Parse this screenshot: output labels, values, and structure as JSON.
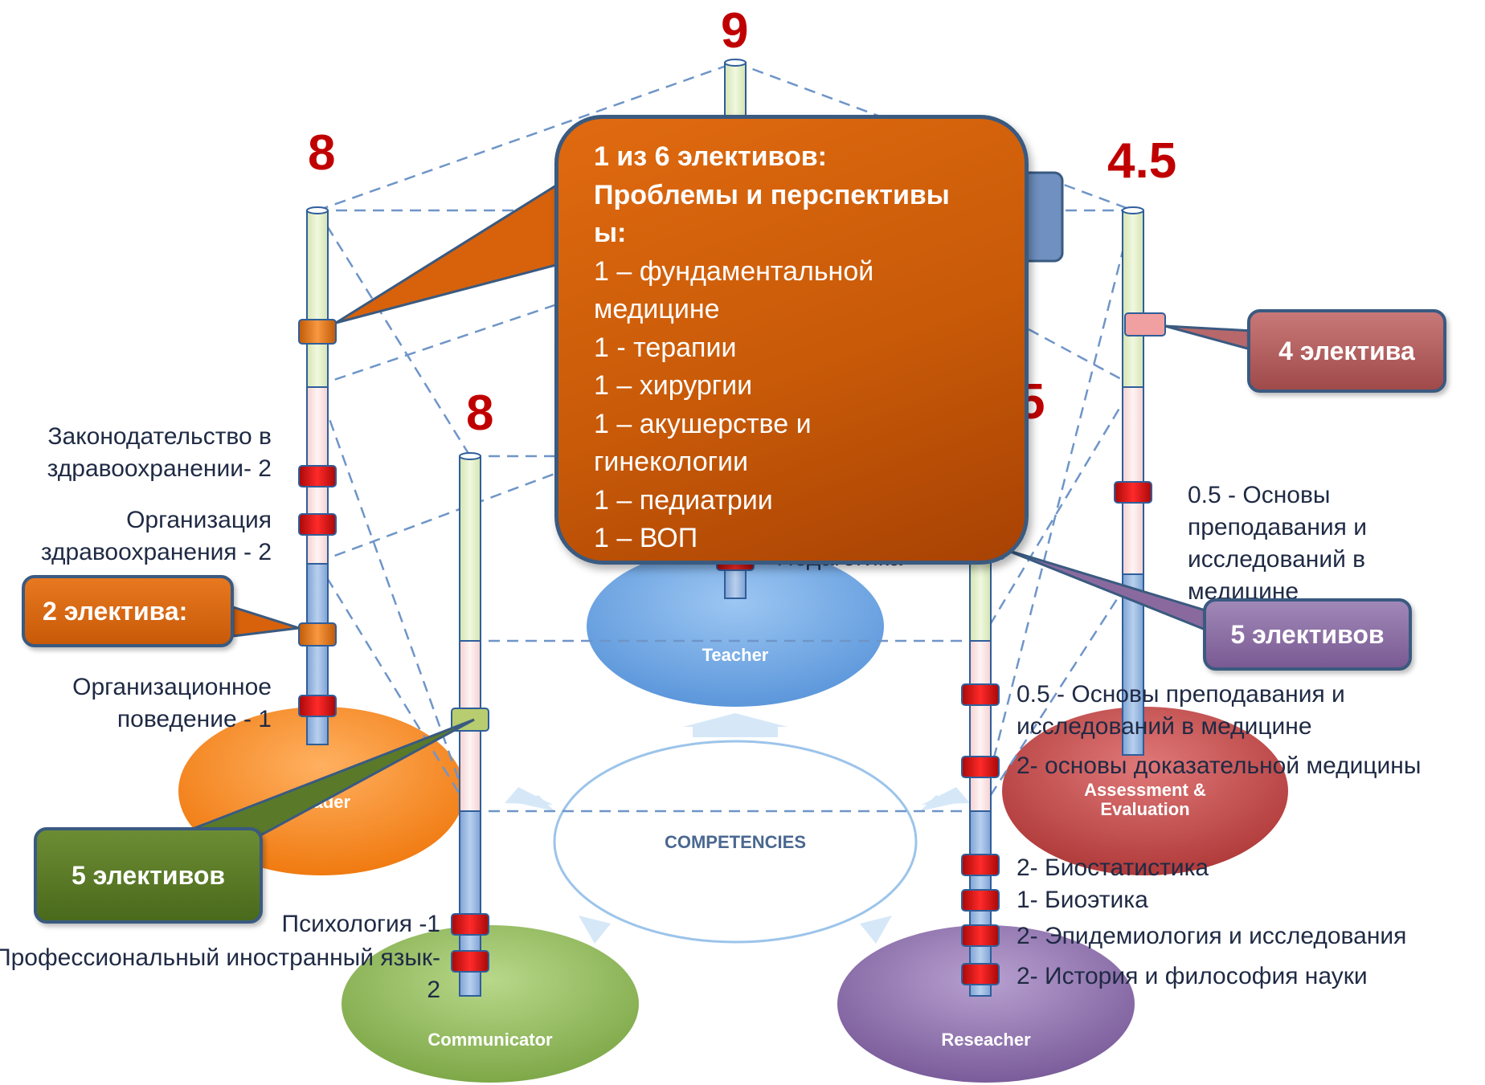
{
  "pillar_numbers": {
    "top": "9",
    "left_back": "8",
    "right_back": "4.5",
    "front_left": "8",
    "front_right_partial": "5"
  },
  "competencies": {
    "center": "COMPETENCIES",
    "teacher": "Teacher",
    "leader": "Leader",
    "assessment": "Assessment & Evaluation",
    "communicator": "Communicator",
    "researcher": "Reseacher"
  },
  "left_labels": {
    "legislation": "Законодательство в здравоохранении- 2",
    "organization": "Организация здравоохранения - 2",
    "behavior": "Организационное поведение - 1"
  },
  "communicator_labels": {
    "psychology": "Психология -1",
    "language": "Профессиональный иностранный язык- 2"
  },
  "right_back_label": "0.5 - Основы преподавания и исследований в медицине",
  "teacher_partial_label": "- Педагогика",
  "researcher_labels": {
    "teaching": "0.5 - Основы преподавания и исследований в медицине",
    "evidence": "2- основы доказательной медицины",
    "biostat": "2- Биостатистика",
    "bioethics": "1- Биоэтика",
    "epidemiology": "2- Эпидемиология и исследования",
    "history": "2- История и философия науки"
  },
  "callouts": {
    "two_electives": "2 электива:",
    "four_electives": "4 электива",
    "five_electives_purple": "5 элективов",
    "five_electives_green": "5 элективов"
  },
  "big_callout": {
    "line1": "1 из 6 элективов:",
    "line2": "Проблемы и перспективы",
    "line3": "ы:",
    "line4": "1 –  фундаментальной",
    "line5": "медицине",
    "line6": "1 - терапии",
    "line7": "1 – хирургии",
    "line8": "1 – акушерстве и",
    "line9": "гинекологии",
    "line10": "1 – педиатрии",
    "line11": "1 – ВОП"
  },
  "colors": {
    "numbers": "#c00000",
    "orange": "#e06a10",
    "band_red": "#d81010",
    "pillar_green": "#e4f0c8",
    "pillar_pink": "#fbe4e4",
    "pillar_blue": "#9dbbe0",
    "purple_callout": "#8a6a9e",
    "rose_callout": "#b05c5c",
    "green_callout": "#5a7a2a"
  }
}
